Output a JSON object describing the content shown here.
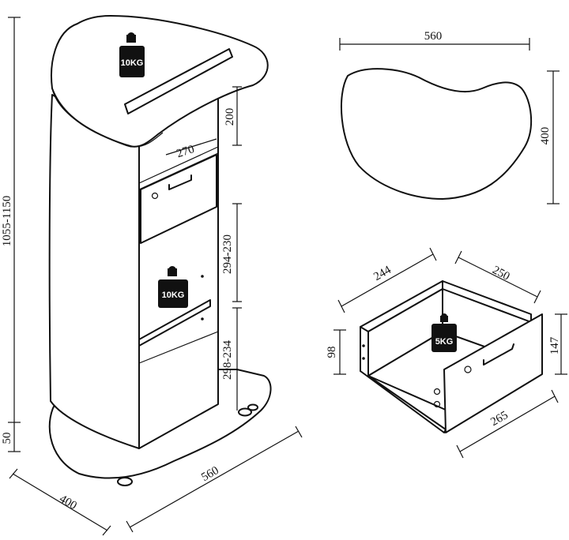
{
  "dimensions": {
    "total_height": "1055-1150",
    "base_height": "50",
    "top_shelf_gap": "200",
    "shelf_width": "270",
    "middle_gap": "294-230",
    "lower_gap": "298-234",
    "base_depth": "400",
    "base_width": "560",
    "top_width": "560",
    "top_depth": "400",
    "drawer_inner_width": "244",
    "drawer_depth": "250",
    "drawer_front_width": "265",
    "drawer_inner_height": "98",
    "drawer_front_height": "147"
  },
  "weights": {
    "top": "10KG",
    "shelf": "10KG",
    "drawer": "5KG"
  }
}
